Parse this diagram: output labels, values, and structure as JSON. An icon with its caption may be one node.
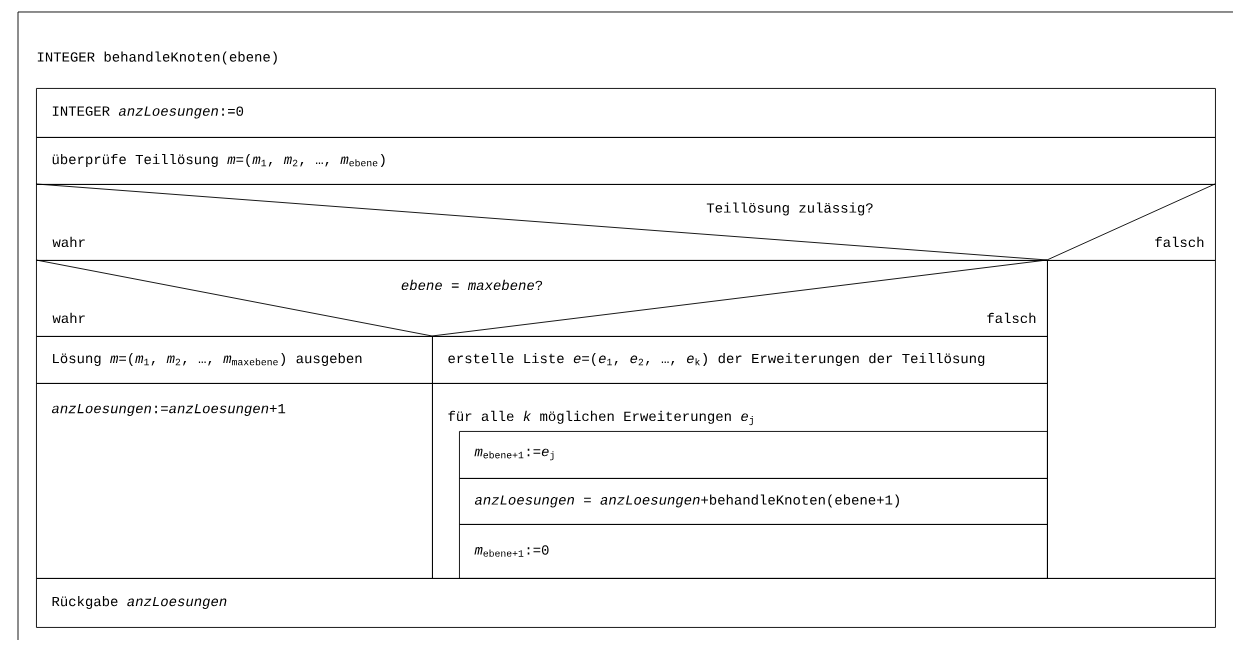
{
  "diagram": {
    "nodes": [
      {
        "text": [
          "INTEGER behandleKnoten(ebene)"
        ]
      },
      {
        "text": [
          "INTEGER *anzLoesungen*:=0"
        ],
        "in": 0
      },
      {
        "text": [
          "überprüfe Teillösung *m*=(*m*$_{1}$, *m*$_{2}$, …, *m*$_{ebene}$)"
        ],
        "in": 0
      },
      {
        "text": [
          "Teillösung zulässig?",
          "wahr",
          "falsch"
        ],
        "in": 0
      },
      {
        "text": [
          "*ebene* = *maxebene*?",
          "wahr",
          "falsch"
        ],
        "in": 0
      },
      {
        "text": [],
        "shape": "box",
        "in": 0
      },
      {
        "text": [
          "Lösung *m*=(*m*$_{1}$, *m*$_{2}$, …, *m*$_{maxebene}$) ausgeben"
        ],
        "in": 0
      },
      {
        "text": [
          "erstelle Liste *e*=(*e*$_{1}$, *e*$_{2}$, …, *e*$_{k}$) der Erweiterungen der Teillösung"
        ],
        "in": 0
      },
      {
        "text": [
          "*anzLoesungen*:=*anzLoesungen*+1"
        ],
        "in": 0
      },
      {
        "text": [
          "für alle *k* möglichen Erweiterungen *e*$_{j}$"
        ],
        "in": 0
      },
      {
        "text": [
          "*m*$_{ebene+1}$:=*e*$_{j}$"
        ],
        "in": 9
      },
      {
        "text": [
          "*anzLoesungen* = *anzLoesungen*+behandleKnoten(ebene+1)"
        ],
        "in": 9
      },
      {
        "text": [
          "*m*$_{ebene+1}$:=0"
        ],
        "in": 9
      },
      {
        "text": [
          "Rückgabe *anzLoesungen*"
        ],
        "in": 0
      }
    ]
  }
}
